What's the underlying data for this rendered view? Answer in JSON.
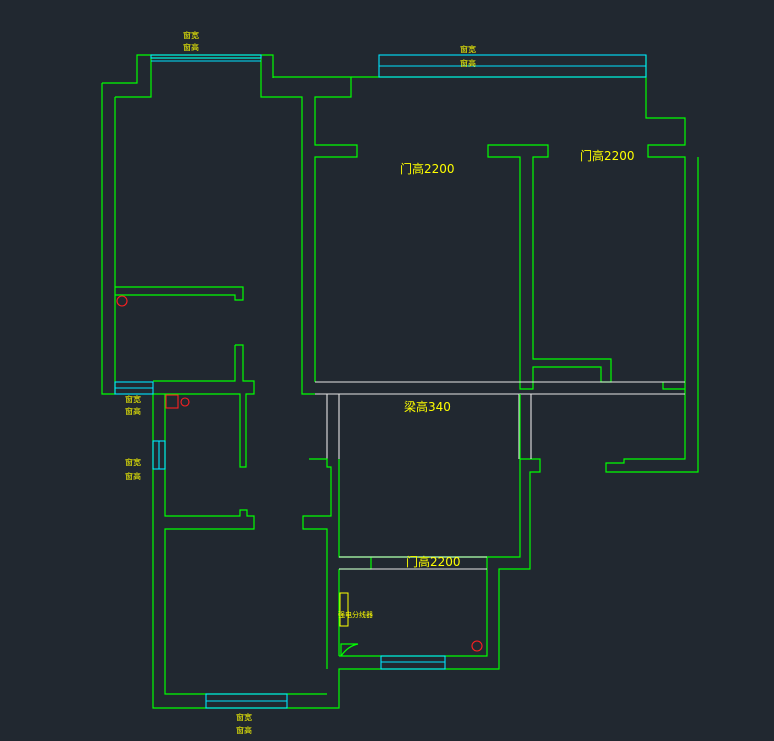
{
  "canvas": {
    "background": "#212830"
  },
  "colors": {
    "wall": "#00ff00",
    "window": "#00e5ff",
    "beam": "#e6e6e6",
    "annotation": "#ffff00",
    "pipe": "#ff2020"
  },
  "labels": {
    "door_height_1": "门高2200",
    "door_height_2": "门高2200",
    "beam_height": "梁高340",
    "door_height_3": "门高2200",
    "distribution_box": "强电分线器"
  },
  "window_tags": [
    {
      "width_label": "窗宽",
      "height_label": "窗高"
    },
    {
      "width_label": "窗宽",
      "height_label": "窗高"
    },
    {
      "width_label": "窗宽",
      "height_label": "窗高"
    },
    {
      "width_label": "窗宽",
      "height_label": "窗高"
    },
    {
      "width_label": "窗宽",
      "height_label": "窗高"
    }
  ],
  "icons": [
    "pipe-circle-icon",
    "pipe-square-icon",
    "door-swing-icon"
  ]
}
